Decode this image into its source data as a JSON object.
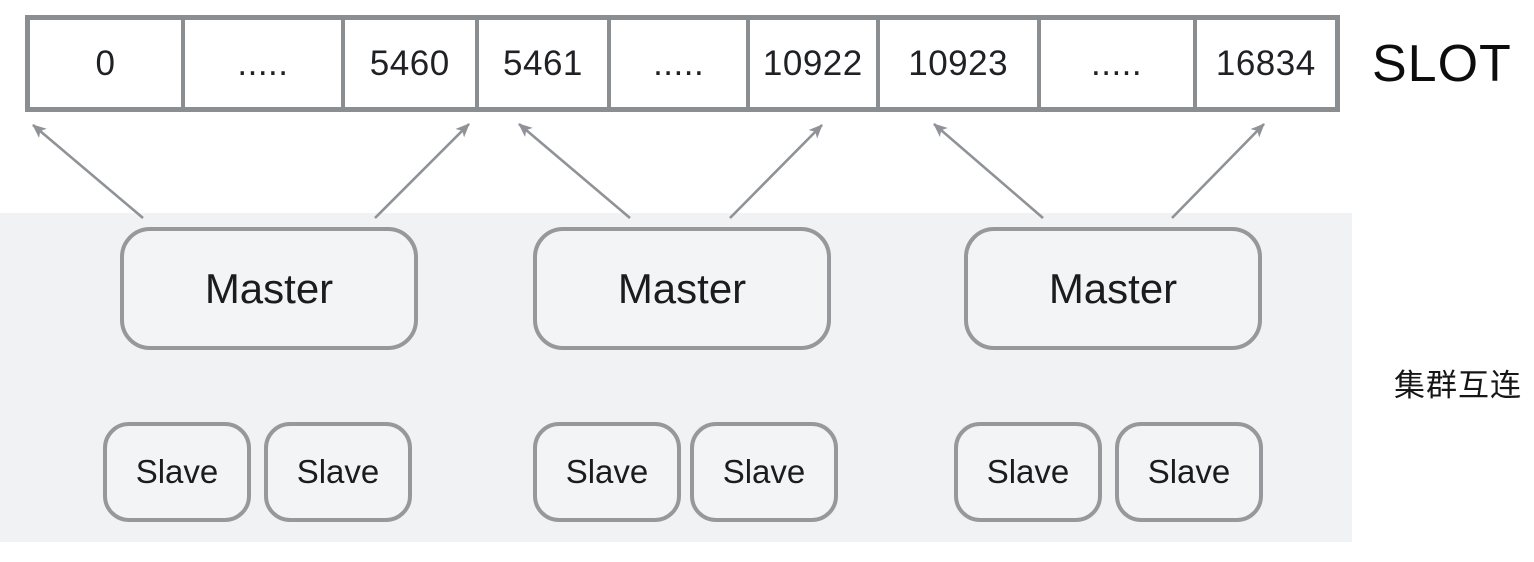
{
  "slot_row": {
    "label": "SLOT",
    "cells": [
      "0",
      ".....",
      "5460",
      "5461",
      ".....",
      "10922",
      "10923",
      ".....",
      "16834"
    ]
  },
  "cluster": {
    "label": "集群互连",
    "masters": [
      {
        "label": "Master",
        "slaves": [
          "Slave",
          "Slave"
        ]
      },
      {
        "label": "Master",
        "slaves": [
          "Slave",
          "Slave"
        ]
      },
      {
        "label": "Master",
        "slaves": [
          "Slave",
          "Slave"
        ]
      }
    ]
  },
  "colors": {
    "background_panel": "#f0f2f3",
    "table_border": "#8a8e91",
    "node_border": "#96999c",
    "node_fill": "#f3f4f6",
    "arrow": "#8f9296",
    "text": "#1c1c1e"
  }
}
